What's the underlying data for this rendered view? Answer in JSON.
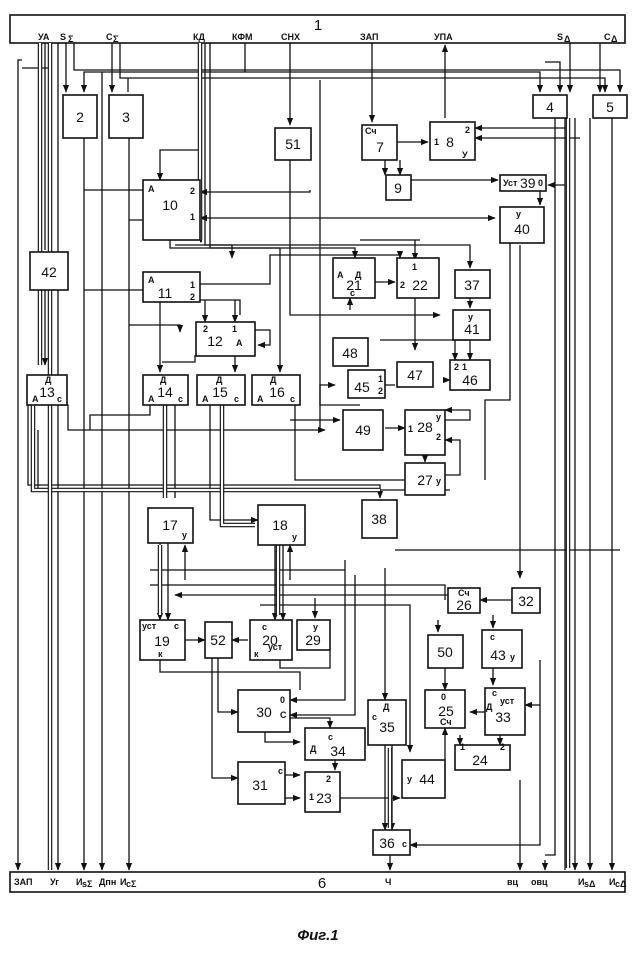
{
  "bus1": {
    "number": "1",
    "signals": [
      "УА",
      "S",
      "C",
      "КД",
      "КФМ",
      "СНХ",
      "ЗАП",
      "УПА",
      "S",
      "C"
    ],
    "subscripts": [
      "Σ",
      "Σ",
      "Δ",
      "Δ"
    ]
  },
  "bus6": {
    "number": "6",
    "signals": [
      "ЗАП",
      "Уг",
      "И",
      "Дпн",
      "И",
      "Ч",
      "вц",
      "овц",
      "И",
      "И"
    ],
    "subscripts": [
      "sΣ",
      "cΣ",
      "sΔ",
      "cΔ"
    ]
  },
  "blocks": [
    "2",
    "3",
    "4",
    "5",
    "51",
    "7",
    "8",
    "9",
    "39",
    "40",
    "10",
    "11",
    "12",
    "42",
    "21",
    "22",
    "37",
    "41",
    "48",
    "45",
    "47",
    "46",
    "13",
    "14",
    "15",
    "16",
    "49",
    "28",
    "27",
    "38",
    "17",
    "18",
    "26",
    "32",
    "19",
    "52",
    "20",
    "29",
    "50",
    "43",
    "30",
    "35",
    "25",
    "33",
    "34",
    "24",
    "31",
    "23",
    "44",
    "36"
  ],
  "port_labels": {
    "sch": "Сч",
    "ust": "Уст",
    "ust_l": "уст",
    "zero": "0",
    "one": "1",
    "two": "2",
    "A": "А",
    "D": "Д",
    "C": "С",
    "c": "с",
    "y": "у",
    "Y": "У",
    "k": "к"
  },
  "caption": "Фиг.1"
}
